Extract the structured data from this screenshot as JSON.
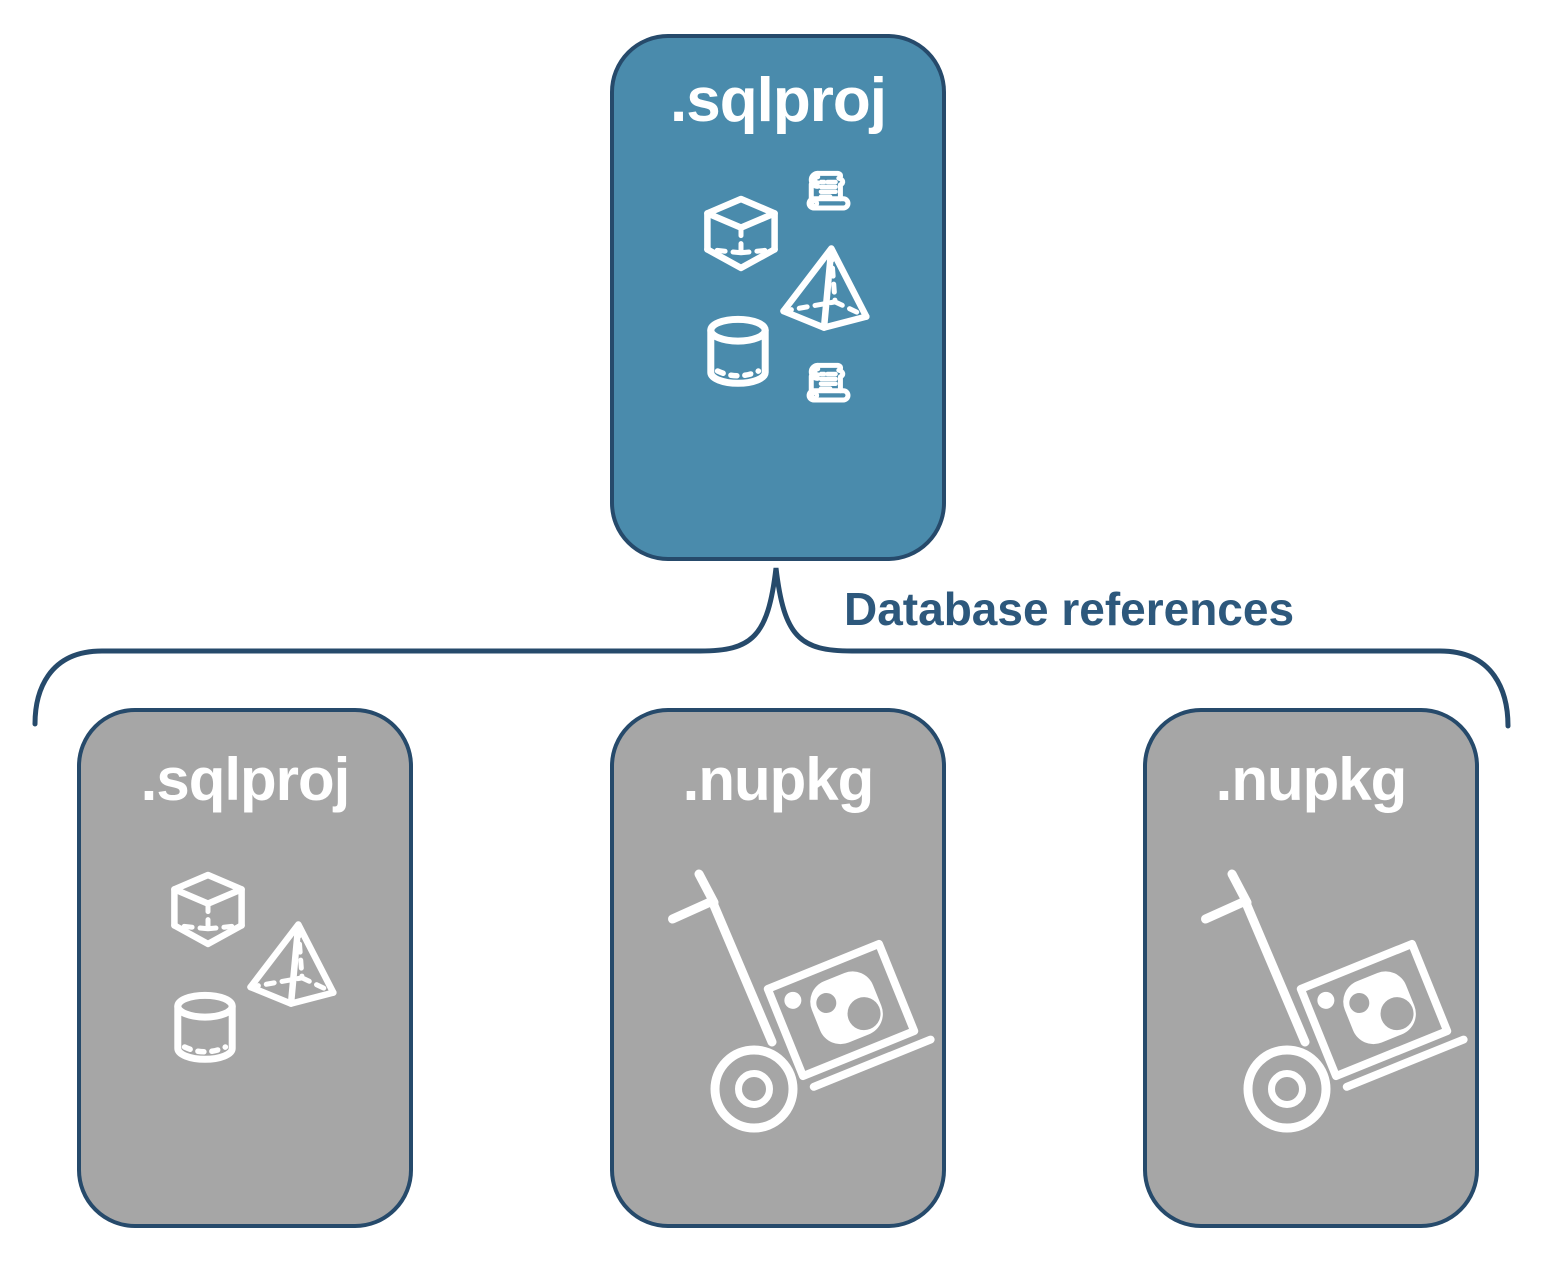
{
  "diagram": {
    "title_hint": "SQL project database references diagram",
    "root_card": {
      "label": ".sqlproj",
      "fill": "#4a8bac",
      "icons": [
        "script-scroll-icon",
        "cube-icon",
        "pyramid-icon",
        "cylinder-icon",
        "script-scroll-icon"
      ]
    },
    "connector": {
      "label": "Database references",
      "style": "curly-brace",
      "color": "#264a6b"
    },
    "child_cards": [
      {
        "label": ".sqlproj",
        "fill": "#a6a6a6",
        "icons": [
          "cube-icon",
          "pyramid-icon",
          "cylinder-icon"
        ]
      },
      {
        "label": ".nupkg",
        "fill": "#a6a6a6",
        "icons": [
          "nuget-package-trolley-icon"
        ]
      },
      {
        "label": ".nupkg",
        "fill": "#a6a6a6",
        "icons": [
          "nuget-package-trolley-icon"
        ]
      }
    ],
    "colors": {
      "accent_blue": "#4a8bac",
      "border_navy": "#264a6b",
      "card_gray": "#a6a6a6",
      "label_navy": "#2d587c",
      "icon_white": "#ffffff"
    }
  }
}
